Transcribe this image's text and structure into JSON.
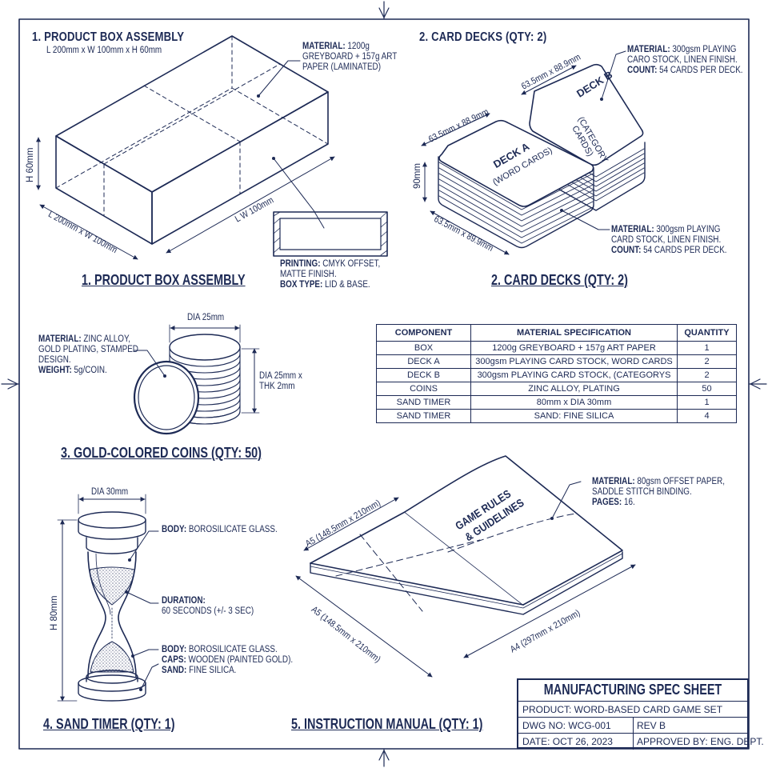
{
  "sections": {
    "box": {
      "heading": "1. PRODUCT BOX ASSEMBLY",
      "dims": "L 200mm x W 100mm x H 60mm",
      "material_key": "MATERIAL:",
      "material_val": "1200g",
      "material_line2": "GREYBOARD + 157g ART",
      "material_line3": "PAPER (LAMINATED)",
      "dim_h": "H 60mm",
      "dim_lw_bottom": "L 200mm x W 100mm",
      "dim_lw_top": "L W 100mm",
      "printing_key": "PRINTING:",
      "printing_val": "CMYK OFFSET,",
      "printing_line2": "MATTE FINISH.",
      "boxtype_key": "BOX TYPE:",
      "boxtype_val": "LID & BASE.",
      "caption": "1. PRODUCT BOX ASSEMBLY"
    },
    "cards": {
      "heading": "2. CARD DECKS (QTY: 2)",
      "top_material_key": "MATERIAL:",
      "top_material_val": "300gsm PLAYING",
      "top_material_line2": "CARO STOCK, LINEN FINISH.",
      "top_count_key": "COUNT:",
      "top_count_val": "54 CARDS PER DECK.",
      "deck_b_title": "DECK B",
      "deck_b_sub1": "(CATEGORY",
      "deck_b_sub2": "CARDS)",
      "deck_a_title": "DECK A",
      "deck_a_sub": "(WORD CARDS)",
      "dim_b": "63.5mm x 88.9mm",
      "dim_a": "63.5mm x 88.9mm",
      "dim_a_bottom": "63.5mm x 89.9mm",
      "dim_height": "90mm",
      "bottom_material_key": "MATERIAL:",
      "bottom_material_val": "300gsm PLAYING",
      "bottom_material_line2": "CARD STOCK, LINEN FINISH.",
      "bottom_count_key": "COUNT:",
      "bottom_count_val": "54 CARDS PER DECK.",
      "caption": "2. CARD DECKS (QTY: 2)"
    },
    "coins": {
      "material_key": "MATERIAL:",
      "material_val": "ZINC ALLOY,",
      "material_line2": "GOLD PLATING, STAMPED",
      "material_line3": "DESIGN.",
      "weight_key": "WEIGHT:",
      "weight_val": "5g/COIN.",
      "dim_top": "DIA 25mm",
      "dim_side1": "DIA 25mm x",
      "dim_side2": "THK 2mm",
      "caption": "3. GOLD-COLORED COINS (QTY: 50)"
    },
    "timer": {
      "dim_top": "DIA 30mm",
      "dim_h": "H 80mm",
      "body_key": "BODY:",
      "body_val": "BOROSILICATE GLASS.",
      "duration_key": "DURATION:",
      "duration_val": "60 SECONDS (+/- 3 SEC)",
      "body2_key": "BODY:",
      "body2_val": "BOROSILICATE GLASS.",
      "caps_key": "CAPS:",
      "caps_val": "WOODEN (PAINTED GOLD).",
      "sand_key": "SAND:",
      "sand_val": "FINE SILICA.",
      "caption": "4. SAND TIMER (QTY: 1)"
    },
    "manual": {
      "title1": "GAME RULES",
      "title2": "& GUIDELINES",
      "dim_top": "A5 (148.5mm x 210mm)",
      "dim_left": "A5 (148.5mm x 210mm)",
      "dim_bottom": "A4 (297mm x 210mm)",
      "material_key": "MATERIAL:",
      "material_val": "80gsm OFFSET PAPER,",
      "material_line2": "SADDLE STITCH BINDING.",
      "pages_key": "PAGES:",
      "pages_val": "16.",
      "caption": "5. INSTRUCTION MANUAL (QTY: 1)"
    }
  },
  "spec_table": {
    "headers": [
      "COMPONENT",
      "MATERIAL SPECIFICATION",
      "QUANTITY"
    ],
    "rows": [
      [
        "BOX",
        "1200g GREYBOARD + 157g ART PAPER",
        "1"
      ],
      [
        "DECK A",
        "300gsm PLAYING CARD STOCK, WORD CARDS",
        "2"
      ],
      [
        "DECK B",
        "300gsm PLAYING CARD STOCK, (CATEGORYS",
        "2"
      ],
      [
        "COINS",
        "ZINC ALLOY, PLATING",
        "50"
      ],
      [
        "SAND TIMER",
        "80mm x DIA 30mm",
        "1"
      ],
      [
        "SAND TIMER",
        "SAND: FINE SILICA",
        "4"
      ]
    ]
  },
  "title_block": {
    "title": "MANUFACTURING SPEC SHEET",
    "product": "PRODUCT: WORD-BASED CARD GAME SET",
    "dwg": "DWG NO: WCG-001",
    "rev": "REV B",
    "date": "DATE: OCT 26, 2023",
    "approved": "APPROVED BY: ENG. DEPT."
  },
  "colors": {
    "ink": "#1d2a55",
    "paper": "#ffffff"
  }
}
